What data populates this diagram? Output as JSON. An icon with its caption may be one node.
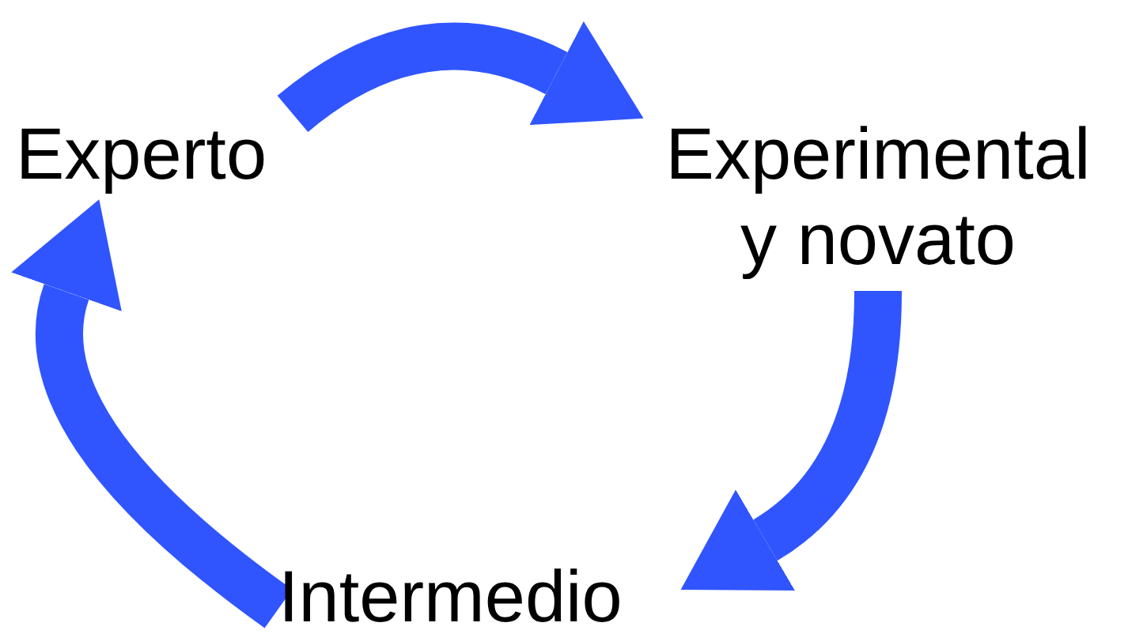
{
  "diagram": {
    "nodes": [
      {
        "text": [
          "Experto"
        ]
      },
      {
        "text": [
          "Experimental y novato"
        ]
      },
      {
        "text": [
          "Intermedio"
        ]
      }
    ],
    "edges": [
      {
        "from": 0,
        "to": 1,
        "arrow": "to"
      },
      {
        "from": 1,
        "to": 2,
        "arrow": "to"
      },
      {
        "from": 2,
        "to": 0,
        "arrow": "to"
      }
    ]
  }
}
